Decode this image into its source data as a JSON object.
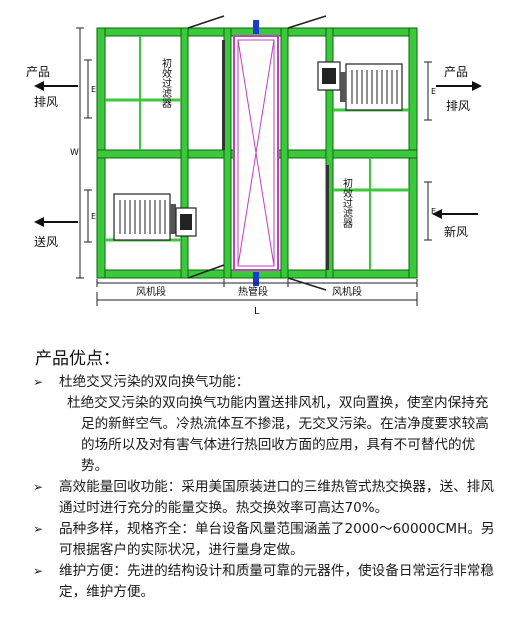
{
  "diagram": {
    "labels": {
      "exhaust_left": "排风",
      "supply_left": "送风",
      "exhaust_right": "排风",
      "fresh_right": "新风",
      "product_out_left": "产品",
      "product_out_right": "产品",
      "filter_top": "初效过滤器",
      "filter_bottom": "初效过滤器",
      "fan_section_left": "风机段",
      "heat_pipe_section": "热管段",
      "fan_section_right": "风机段",
      "dim_length": "L",
      "dim_width": "W",
      "dim_e1": "E",
      "dim_e2": "E",
      "dim_e3": "E",
      "dim_e4": "E"
    },
    "colors": {
      "frame": "#3cc83c",
      "frame_edge": "#0a6a0a",
      "heat_pipe": "#c040c0",
      "line": "#222222"
    }
  },
  "section": {
    "heading": "产品优点："
  },
  "advantages": [
    {
      "title": "杜绝交叉污染的双向换气功能：",
      "body": "杜绝交叉污染的双向换气功能内置送排风机，双向置换，使室内保持充足的新鲜空气。冷热流体互不掺混，无交叉污染。在洁净度要求较高的场所以及对有害气体进行热回收方面的应用，具有不可替代的优势。"
    },
    {
      "title": "",
      "body": "高效能量回收功能：采用美国原装进口的三维热管式热交换器，送、排风通过时进行充分的能量交换。热交换效率可高达70%。"
    },
    {
      "title": "",
      "body": "品种多样，规格齐全：单台设备风量范围涵盖了2000～60000CMH。另可根据客户的实际状况，进行量身定做。"
    },
    {
      "title": "",
      "body": "维护方便：先进的结构设计和质量可靠的元器件，使设备日常运行非常稳定，维护方便。"
    }
  ],
  "bullet_symbol": "➢"
}
